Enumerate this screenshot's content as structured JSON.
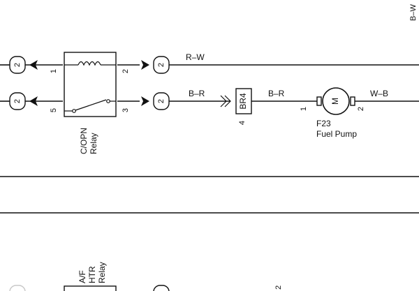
{
  "wires": {
    "top": "R–W",
    "mid_left": "B–R",
    "mid_right": "B–R",
    "pump_out": "W–B",
    "corner": "B–W"
  },
  "connectors": {
    "left_top": "2",
    "left_mid": "2",
    "right_top": "2",
    "right_mid": "2"
  },
  "relay_cpn": {
    "label_line1": "C/OPN",
    "label_line2": "Relay",
    "pin_top_left": "1",
    "pin_mid_left": "5",
    "pin_top_right": "2",
    "pin_mid_right": "3"
  },
  "junction": {
    "label": "BR4",
    "pin": "4"
  },
  "fuel_pump": {
    "id": "F23",
    "name": "Fuel Pump",
    "motor_symbol": "M",
    "pin_in": "1",
    "pin_out": "2"
  },
  "relay_af": {
    "label_line1": "A/F",
    "label_line2": "HTR",
    "label_line3": "Relay"
  },
  "bottom_mark": "2"
}
